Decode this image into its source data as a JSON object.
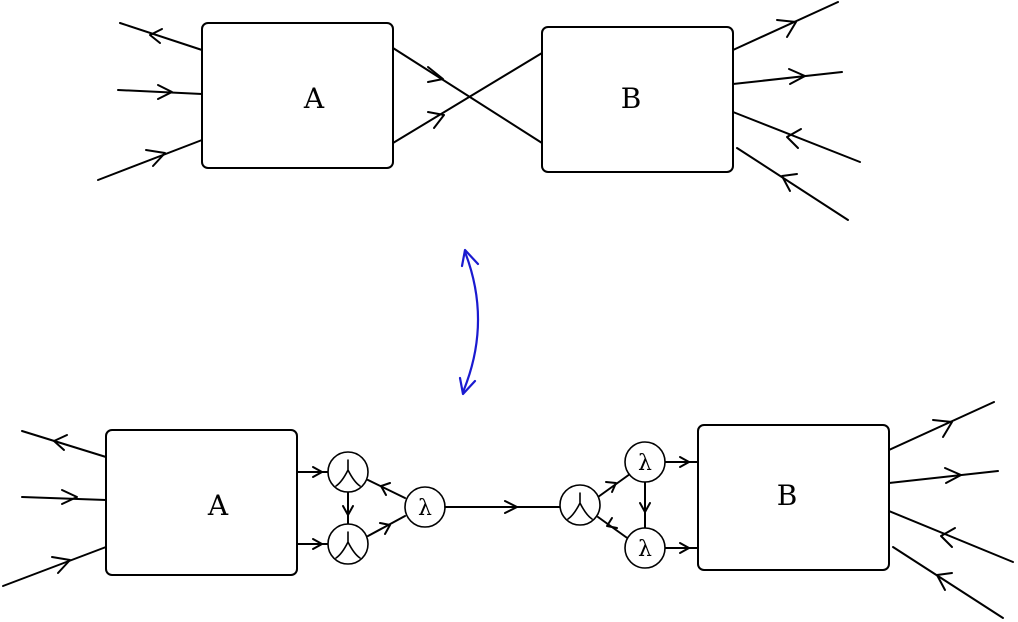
{
  "top": {
    "box_a_label": "A",
    "box_b_label": "B"
  },
  "bottom": {
    "box_a_label": "A",
    "box_b_label": "B",
    "lambda_symbol": "λ"
  },
  "colors": {
    "line": "#000000",
    "equivalence_arrow": "#1a1ad0"
  },
  "icons": {
    "merge_node": "merge-node-icon",
    "equivalence": "double-arrow-icon"
  }
}
